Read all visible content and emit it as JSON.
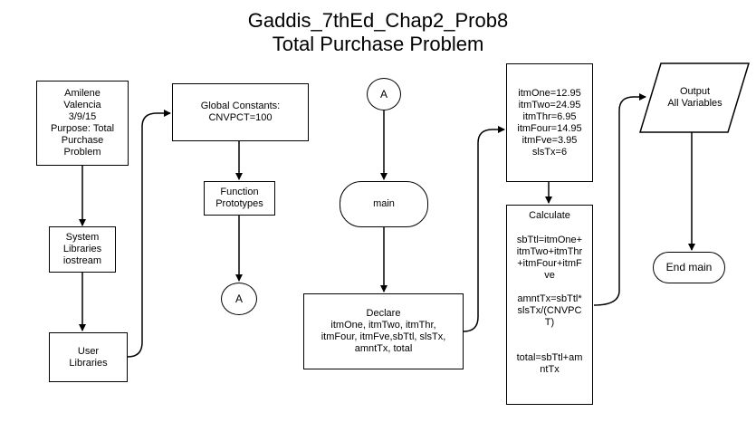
{
  "title": {
    "line1": "Gaddis_7thEd_Chap2_Prob8",
    "line2": "Total Purchase Problem"
  },
  "nodes": {
    "header": [
      "Amilene",
      "Valencia",
      "3/9/15",
      "Purpose: Total",
      "Purchase",
      "Problem"
    ],
    "system_libraries": [
      "System",
      "Libraries",
      "iostream"
    ],
    "user_libraries": [
      "User",
      "Libraries"
    ],
    "global_constants": [
      "Global Constants:",
      "CNVPCT=100"
    ],
    "function_prototypes": [
      "Function",
      "Prototypes"
    ],
    "connector_a_bottom": "A",
    "connector_a_top": "A",
    "main": "main",
    "declare": [
      "Declare",
      "itmOne, itmTwo, itmThr,",
      "itmFour, itmFve,sbTtl, slsTx,",
      "amntTx, total"
    ],
    "values": [
      "itmOne=12.95",
      "itmTwo=24.95",
      "itmThr=6.95",
      "itmFour=14.95",
      "itmFve=3.95",
      "slsTx=6"
    ],
    "calculate": {
      "heading": "Calculate",
      "lines": [
        "sbTtl=itmOne+",
        "itmTwo+itmThr",
        "+itmFour+itmF",
        "ve",
        "",
        "amntTx=sbTtl*",
        "slsTx/(CNVPC",
        "T)",
        "",
        "",
        "total=sbTtl+am",
        "ntTx"
      ]
    },
    "output": [
      "Output",
      "All Variables"
    ],
    "end_main": "End main"
  }
}
